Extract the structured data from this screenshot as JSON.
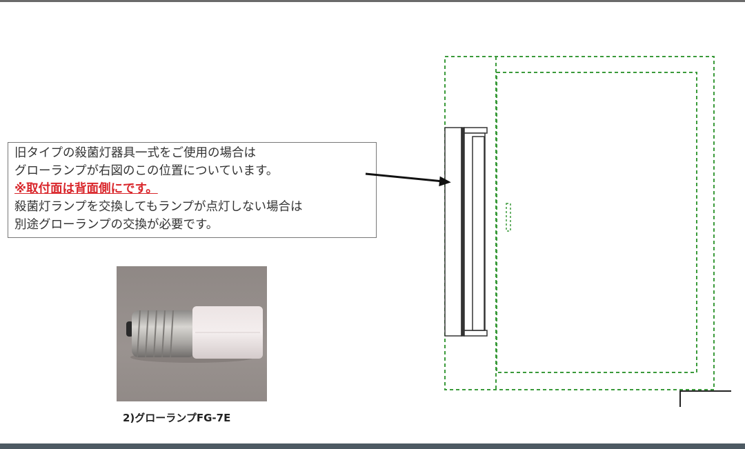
{
  "note": {
    "lines": [
      "旧タイプの殺菌灯器具一式をご使用の場合は",
      "グローランプが右図のこの位置についています。",
      "殺菌灯ランプを交換してもランプが点灯しない場合は",
      "別途グローランプの交換が必要です。"
    ],
    "warning": "※取付面は背面側にです。",
    "warning_color": "#d9262b"
  },
  "photo": {
    "caption": "2)グローランプFG-7E",
    "subject": "glow-lamp-fg-7e"
  },
  "diagram": {
    "outline_color": "#3a9a3a"
  }
}
